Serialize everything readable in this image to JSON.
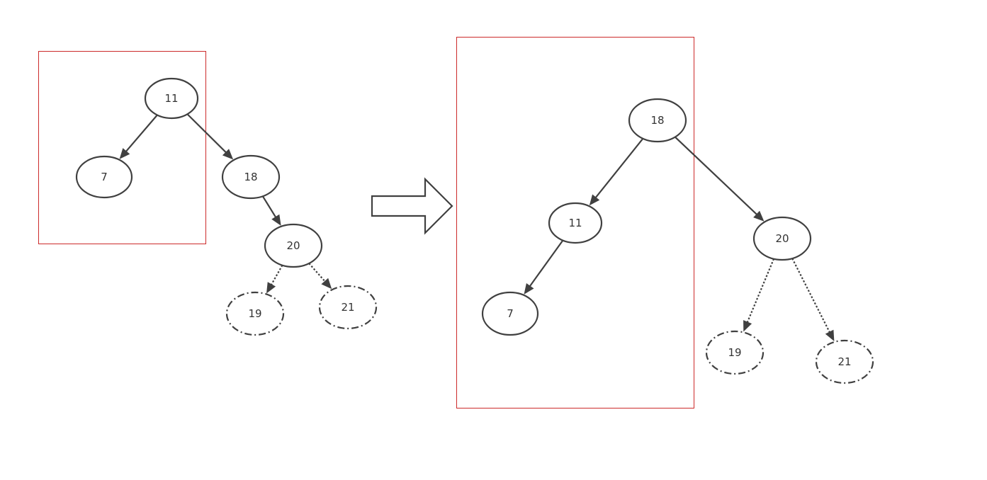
{
  "colors": {
    "stroke": "#404040",
    "highlight_box": "#cc2a2a",
    "label": "#333333",
    "background": "#ffffff"
  },
  "before_tree": {
    "nodes": [
      {
        "id": "b11",
        "label": "11",
        "style": "solid"
      },
      {
        "id": "b7",
        "label": "7",
        "style": "solid"
      },
      {
        "id": "b18",
        "label": "18",
        "style": "solid"
      },
      {
        "id": "b20",
        "label": "20",
        "style": "solid"
      },
      {
        "id": "b19",
        "label": "19",
        "style": "dashed"
      },
      {
        "id": "b21",
        "label": "21",
        "style": "dashed"
      }
    ],
    "edges": [
      {
        "from": "b11",
        "to": "b7",
        "style": "solid"
      },
      {
        "from": "b11",
        "to": "b18",
        "style": "solid"
      },
      {
        "from": "b18",
        "to": "b20",
        "style": "solid"
      },
      {
        "from": "b20",
        "to": "b19",
        "style": "dotted"
      },
      {
        "from": "b20",
        "to": "b21",
        "style": "dotted"
      }
    ]
  },
  "after_tree": {
    "nodes": [
      {
        "id": "a18",
        "label": "18",
        "style": "solid"
      },
      {
        "id": "a11",
        "label": "11",
        "style": "solid"
      },
      {
        "id": "a7",
        "label": "7",
        "style": "solid"
      },
      {
        "id": "a20",
        "label": "20",
        "style": "solid"
      },
      {
        "id": "a19",
        "label": "19",
        "style": "dashed"
      },
      {
        "id": "a21",
        "label": "21",
        "style": "dashed"
      }
    ],
    "edges": [
      {
        "from": "a18",
        "to": "a11",
        "style": "solid"
      },
      {
        "from": "a11",
        "to": "a7",
        "style": "solid"
      },
      {
        "from": "a18",
        "to": "a20",
        "style": "solid"
      },
      {
        "from": "a20",
        "to": "a19",
        "style": "dotted"
      },
      {
        "from": "a20",
        "to": "a21",
        "style": "dotted"
      }
    ]
  }
}
